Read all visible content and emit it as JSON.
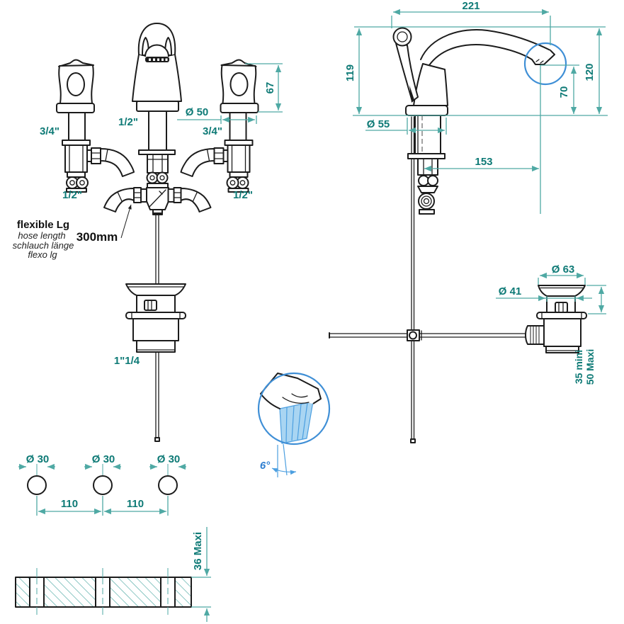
{
  "front_view": {
    "sizes": {
      "left_valve": "3/4\"",
      "center_spout": "1/2\"",
      "right_valve": "3/4\"",
      "left_hose": "1/2\"",
      "right_hose": "1/2\""
    },
    "dims": {
      "handle_height": "67",
      "handle_diameter": "Ø 50"
    }
  },
  "hose_note": {
    "title": "flexible Lg",
    "line_en": "hose length",
    "line_de": "schlauch länge",
    "line_es": "flexo lg",
    "length": "300mm"
  },
  "drain_front": {
    "thread": "1\"1/4"
  },
  "side_view": {
    "dims": {
      "overall_width": "221",
      "height_left": "119",
      "height_right": "120",
      "spout_height": "70",
      "base_diameter": "Ø 55",
      "spout_reach": "153"
    }
  },
  "drain_side": {
    "dims": {
      "top_diameter": "Ø 63",
      "neck_diameter": "Ø 41",
      "clamp_min": "35 mini",
      "clamp_max": "50 Maxi"
    }
  },
  "spray_detail": {
    "angle": "6°"
  },
  "drilling_template": {
    "hole1": "Ø 30",
    "hole2": "Ø 30",
    "hole3": "Ø 30",
    "span1": "110",
    "span2": "110",
    "deck_thickness": "36 Maxi"
  },
  "colors": {
    "line": "#1c1c1c",
    "dim_line": "#4fa9a4",
    "dim_text": "#0e7a76",
    "detail_blue": "#3f8fd6",
    "spray_fill": "#a9d5f2",
    "spray_line": "#4c9fe0",
    "angle_text": "#2f7fd0"
  }
}
